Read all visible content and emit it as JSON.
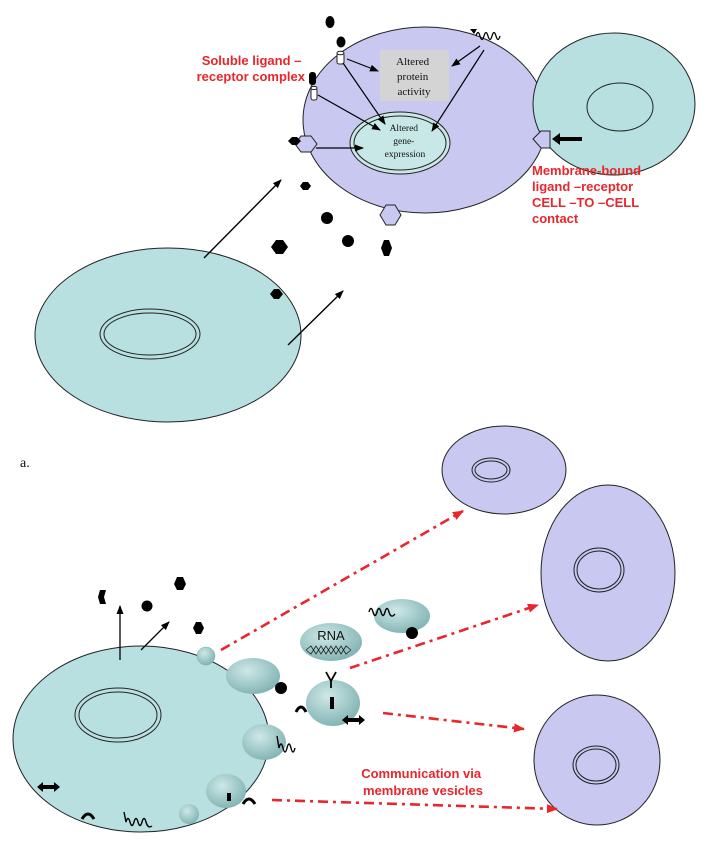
{
  "panel_a": {
    "panel_label": "a.",
    "soluble_label": [
      "Soluble ligand –",
      "receptor complex"
    ],
    "protein_label": [
      "Altered",
      "protein",
      "activity"
    ],
    "gene_label": [
      "Altered",
      "gene-",
      "expression"
    ],
    "membrane_label": [
      "Membrane-bound",
      "ligand –receptor",
      "CELL –TO –CELL",
      "contact"
    ]
  },
  "panel_b": {
    "rna_label": "RNA",
    "vesicle_label": [
      "Communication via",
      "membrane vesicles"
    ]
  },
  "colors": {
    "source_cell": "#b8e0e0",
    "target_cell": "#c8c8f0",
    "label_red": "#e8262b",
    "vesicle": "#8ebdbd",
    "protein_box": "#d4d4d4"
  }
}
